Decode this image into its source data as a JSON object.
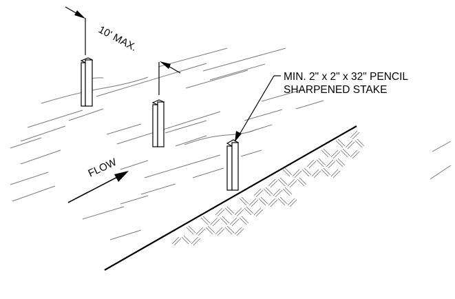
{
  "labels": {
    "spacing": "10' MAX.",
    "stake_line1": "MIN. 2\" x 2\" x 32\" PENCIL",
    "stake_line2": "SHARPENED STAKE",
    "flow": "FLOW"
  },
  "stakes": [
    {
      "name": "stake-1"
    },
    {
      "name": "stake-2"
    },
    {
      "name": "stake-3"
    }
  ]
}
